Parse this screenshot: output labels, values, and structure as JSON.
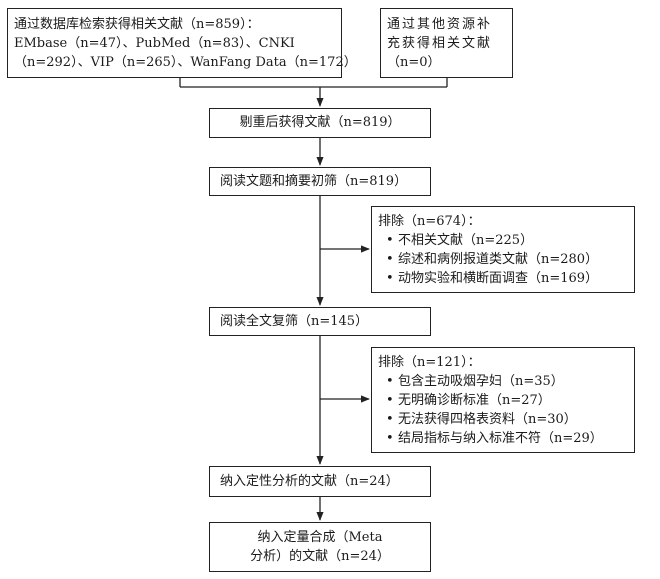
{
  "boxes": {
    "database_search": {
      "lines": [
        "通过数据库检索获得相关文献（n=859）：",
        "EMbase（n=47）、PubMed（n=83）、CNKI",
        "（n=292）、VIP（n=265）、WanFang Data（n=172）"
      ]
    },
    "other_sources": {
      "lines": [
        "通过其他资源补",
        "充获得相关文献",
        "（n=0）"
      ]
    },
    "after_dedup": {
      "text": "剔重后获得文献（n=819）"
    },
    "title_abstract_screen": {
      "text": "阅读文题和摘要初筛（n=819）"
    },
    "exclusion_1": {
      "header": "排除（n=674）：",
      "items": [
        "不相关文献（n=225）",
        "综述和病例报道类文献（n=280）",
        "动物实验和横断面调查（n=169）"
      ]
    },
    "fulltext_screen": {
      "text": "阅读全文复筛（n=145）"
    },
    "exclusion_2": {
      "header": "排除（n=121）：",
      "items": [
        "包含主动吸烟孕妇（n=35）",
        "无明确诊断标准（n=27）",
        "无法获得四格表资料（n=30）",
        "结局指标与纳入标准不符（n=29）"
      ]
    },
    "qualitative": {
      "text": "纳入定性分析的文献（n=24）"
    },
    "quantitative": {
      "lines": [
        "纳入定量合成（Meta",
        "分析）的文献（n=24）"
      ]
    }
  }
}
